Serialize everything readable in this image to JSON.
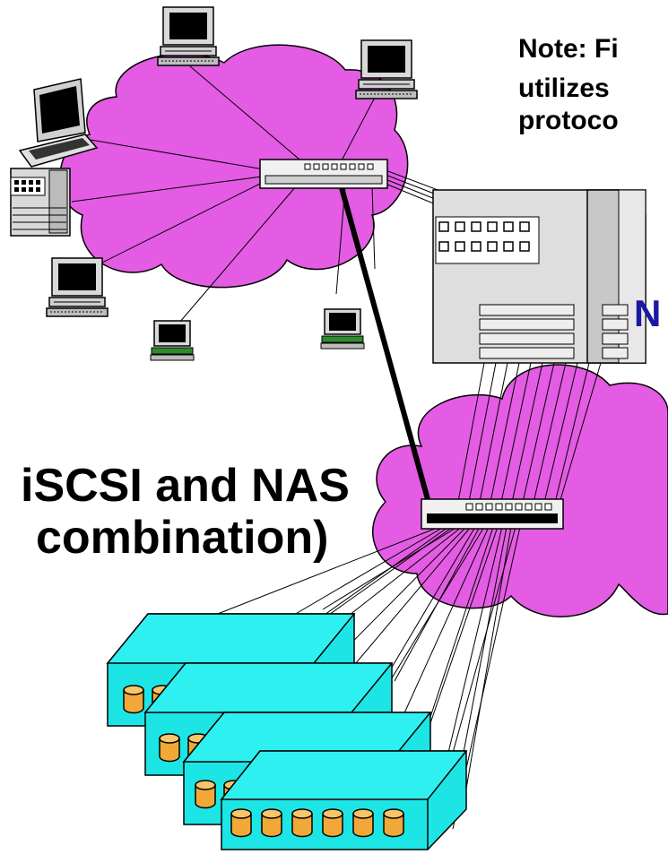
{
  "note": {
    "line1": "Note: Fi",
    "line2": "utilizes",
    "line3": "protoco"
  },
  "nas_label": "N",
  "caption": {
    "line1": "iSCSI and NAS",
    "line2": "combination)"
  },
  "colors": {
    "cloud": "#e35ce3",
    "storage": "#1ee5e5",
    "disk": "#f2a838",
    "server": "#d4d4d4",
    "nas_text": "#1a1aa0"
  },
  "icons": [
    "desktop-computer-icon",
    "laptop-icon",
    "printer-icon",
    "network-switch-icon",
    "server-icon",
    "storage-array-icon",
    "disk-drive-icon"
  ]
}
